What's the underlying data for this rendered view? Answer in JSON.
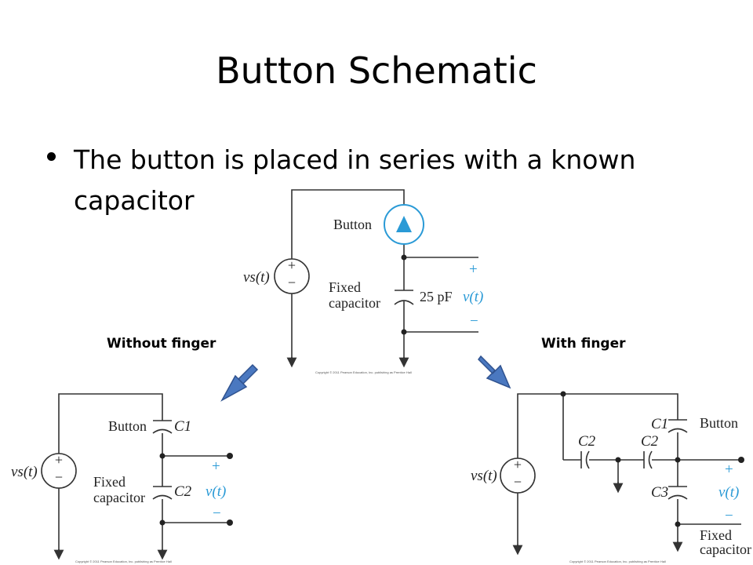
{
  "slide": {
    "title": "Button Schematic",
    "bullet": "The button is placed in series with a known capacitor"
  },
  "labels": {
    "without_finger": "Without finger",
    "with_finger": "With finger"
  },
  "top_circuit": {
    "source": "vs(t)",
    "button": "Button",
    "fixed_line1": "Fixed",
    "fixed_line2": "capacitor",
    "cap_value": "25 pF",
    "output": "v(t)",
    "plus": "+",
    "minus": "−",
    "copyright": "Copyright © 2011 Pearson Education, Inc. publishing as Prentice Hall"
  },
  "left_circuit": {
    "source": "vs(t)",
    "button": "Button",
    "c1": "C1",
    "fixed_line1": "Fixed",
    "fixed_line2": "capacitor",
    "c2": "C2",
    "output": "v(t)",
    "plus": "+",
    "minus": "−",
    "copyright": "Copyright © 2011 Pearson Education, Inc. publishing as Prentice Hall"
  },
  "right_circuit": {
    "source": "vs(t)",
    "c1": "C1",
    "button": "Button",
    "c2a": "C2",
    "c2b": "C2",
    "c3": "C3",
    "output": "v(t)",
    "plus": "+",
    "minus": "−",
    "fixed_line1": "Fixed",
    "fixed_line2": "capacitor",
    "copyright": "Copyright © 2011 Pearson Education, Inc. publishing as Prentice Hall"
  },
  "colors": {
    "accent_blue": "#2a9ad6",
    "arrow_fill": "#4a78c0",
    "arrow_stroke": "#2f528f"
  }
}
